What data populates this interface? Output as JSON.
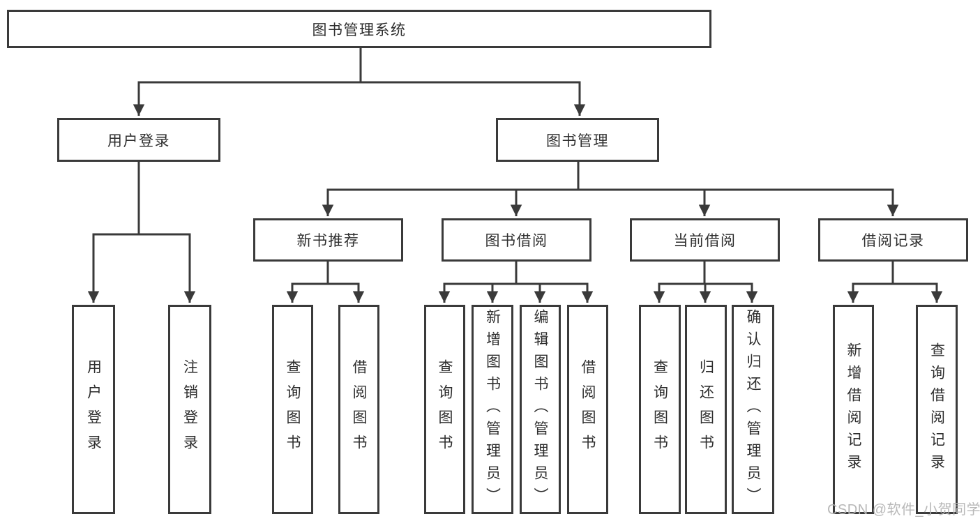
{
  "diagram_type": "hierarchy-tree",
  "colors": {
    "background": "#ffffff",
    "line": "#3a3a3a",
    "box_border": "#3a3a3a",
    "text": "#2e2e2e",
    "watermark": "#b5b5b5"
  },
  "tree": {
    "label": "图书管理系统",
    "children": [
      {
        "label": "用户登录",
        "children": [
          {
            "label": "用户登录"
          },
          {
            "label": "注销登录"
          }
        ]
      },
      {
        "label": "图书管理",
        "children": [
          {
            "label": "新书推荐",
            "children": [
              {
                "label": "查询图书"
              },
              {
                "label": "借阅图书"
              }
            ]
          },
          {
            "label": "图书借阅",
            "children": [
              {
                "label": "查询图书"
              },
              {
                "label": "新增图书（管理员）"
              },
              {
                "label": "编辑图书（管理员）"
              },
              {
                "label": "借阅图书"
              }
            ]
          },
          {
            "label": "当前借阅",
            "children": [
              {
                "label": "查询图书"
              },
              {
                "label": "归还图书"
              },
              {
                "label": "确认归还（管理员）"
              }
            ]
          },
          {
            "label": "借阅记录",
            "children": [
              {
                "label": "新增借阅记录"
              },
              {
                "label": "查询借阅记录"
              }
            ]
          }
        ]
      }
    ]
  },
  "watermark": "CSDN @软件_小贺同学"
}
